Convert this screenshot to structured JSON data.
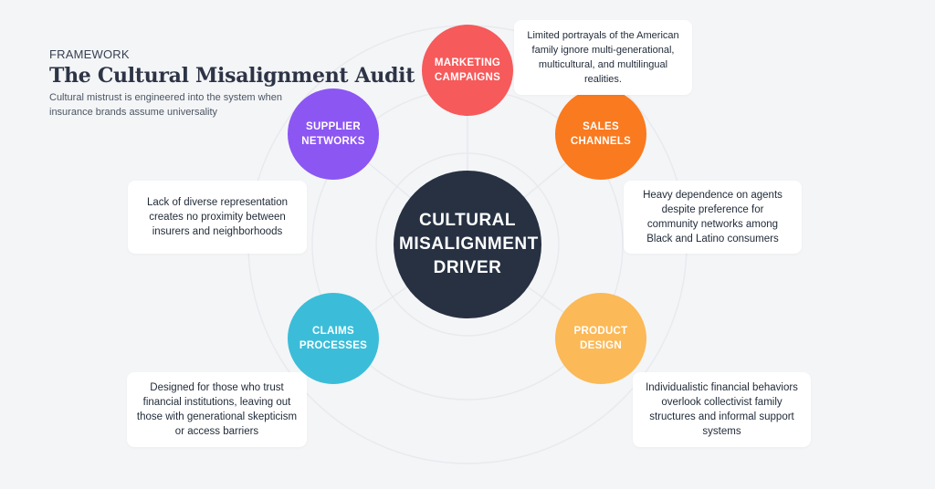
{
  "header": {
    "eyebrow": "FRAMEWORK",
    "title": "The Cultural Misalignment Audit",
    "subtitle": "Cultural mistrust is engineered into the system when insurance brands assume universality"
  },
  "center": {
    "label": "CULTURAL MISALIGNMENT DRIVER",
    "color": "#273142"
  },
  "nodes": [
    {
      "label": "MARKETING CAMPAIGNS",
      "color": "#f65a5b",
      "description": "Limited portrayals of the American family ignore multi-generational, multicultural, and multilingual realities."
    },
    {
      "label": "SALES CHANNELS",
      "color": "#f97a1f",
      "description": "Heavy dependence on agents despite preference for community networks among Black and Latino consumers"
    },
    {
      "label": "PRODUCT DESIGN",
      "color": "#fbb957",
      "description": "Individualistic financial behaviors overlook collectivist family structures and informal support systems"
    },
    {
      "label": "CLAIMS PROCESSES",
      "color": "#3bbdd9",
      "description": "Designed for those who trust financial institutions, leaving out those with generational skepticism or access barriers"
    },
    {
      "label": "SUPPLIER NETWORKS",
      "color": "#8c56f3",
      "description": "Lack of diverse representation creates no proximity between insurers and neighborhoods"
    }
  ]
}
